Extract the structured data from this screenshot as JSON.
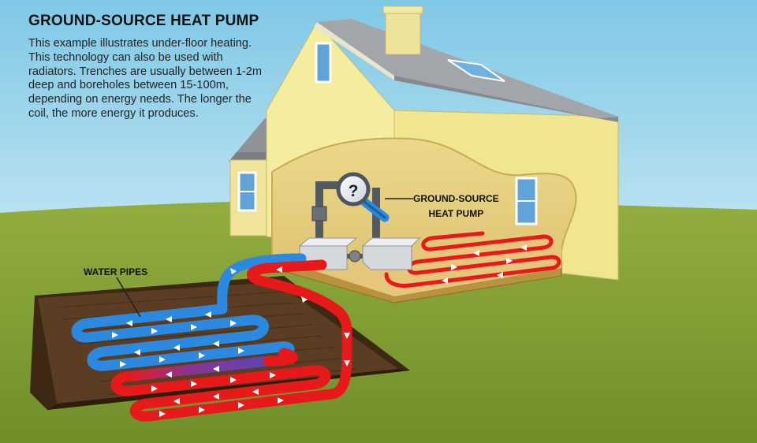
{
  "title": "GROUND-SOURCE HEAT PUMP",
  "description": "This example illustrates under-floor heating. This technology can also be used with radiators. Trenches are usually between 1-2m deep and boreholes between 15-100m, depending on energy needs. The longer the coil, the more energy it produces.",
  "labels": {
    "heat_pump_line1": "GROUND-SOURCE",
    "heat_pump_line2": "HEAT PUMP",
    "water_pipes": "WATER PIPES"
  },
  "colors": {
    "sky_top": "#7fc8e6",
    "sky_bottom": "#e8f5f9",
    "grass": "#8da83a",
    "house_wall": "#f2eba0",
    "roof": "#9b9ea2",
    "soil": "#5a3d22",
    "hot_pipe": "#e8191b",
    "cold_pipe": "#2b8ae0",
    "mixed_pipe": "#7a3f9c"
  },
  "icons": [
    "magnifier-question-icon",
    "flow-arrow-icon"
  ]
}
